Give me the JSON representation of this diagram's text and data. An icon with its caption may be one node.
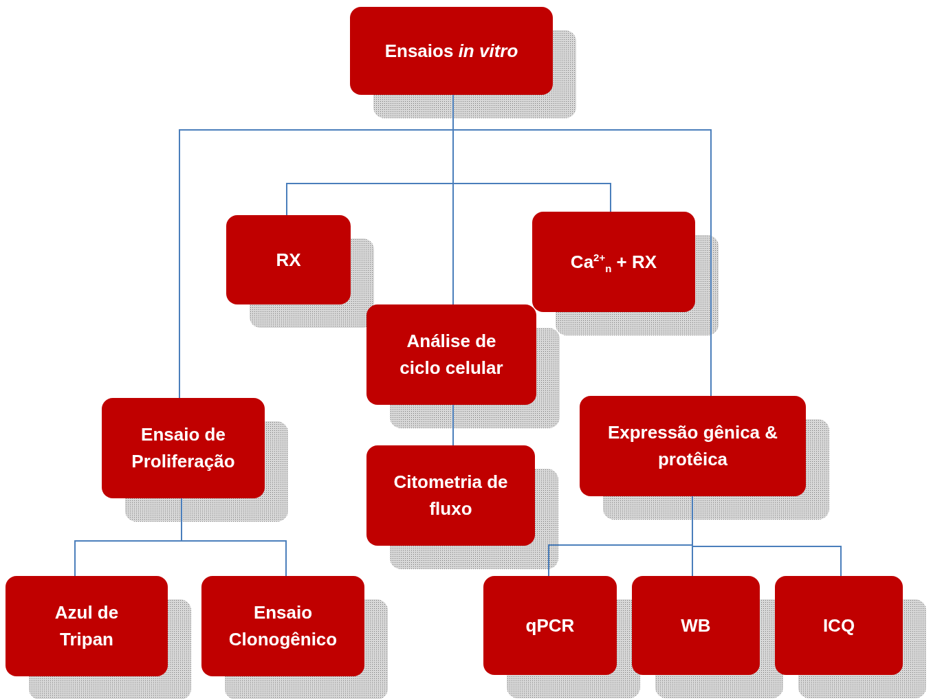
{
  "diagram": {
    "nodes": [
      {
        "text": [
          "Ensaios *in vitro*"
        ]
      },
      {
        "text": [
          "RX"
        ]
      },
      {
        "text": [
          "Ca$^{2+}$$_{n}$ + RX"
        ]
      },
      {
        "text": [
          "Análise de ciclo celular"
        ]
      },
      {
        "text": [
          "Ensaio de Proliferação"
        ]
      },
      {
        "text": [
          "Citometria de fluxo"
        ]
      },
      {
        "text": [
          "Expressão gênica & protêica"
        ]
      },
      {
        "text": [
          "Azul de Tripan"
        ]
      },
      {
        "text": [
          "Ensaio Clonogênico"
        ]
      },
      {
        "text": [
          "qPCR"
        ]
      },
      {
        "text": [
          "WB"
        ]
      },
      {
        "text": [
          "ICQ"
        ]
      }
    ],
    "edges": [
      {
        "from": 0,
        "to": 4,
        "arrow": "none"
      },
      {
        "from": 0,
        "to": 1,
        "arrow": "none"
      },
      {
        "from": 0,
        "to": 3,
        "arrow": "none"
      },
      {
        "from": 0,
        "to": 2,
        "arrow": "none"
      },
      {
        "from": 0,
        "to": 6,
        "arrow": "none"
      },
      {
        "from": 4,
        "to": 7,
        "arrow": "none"
      },
      {
        "from": 4,
        "to": 8,
        "arrow": "none"
      },
      {
        "from": 3,
        "to": 5,
        "arrow": "none"
      },
      {
        "from": 6,
        "to": 9,
        "arrow": "none"
      },
      {
        "from": 6,
        "to": 10,
        "arrow": "none"
      },
      {
        "from": 6,
        "to": 11,
        "arrow": "none"
      }
    ]
  }
}
